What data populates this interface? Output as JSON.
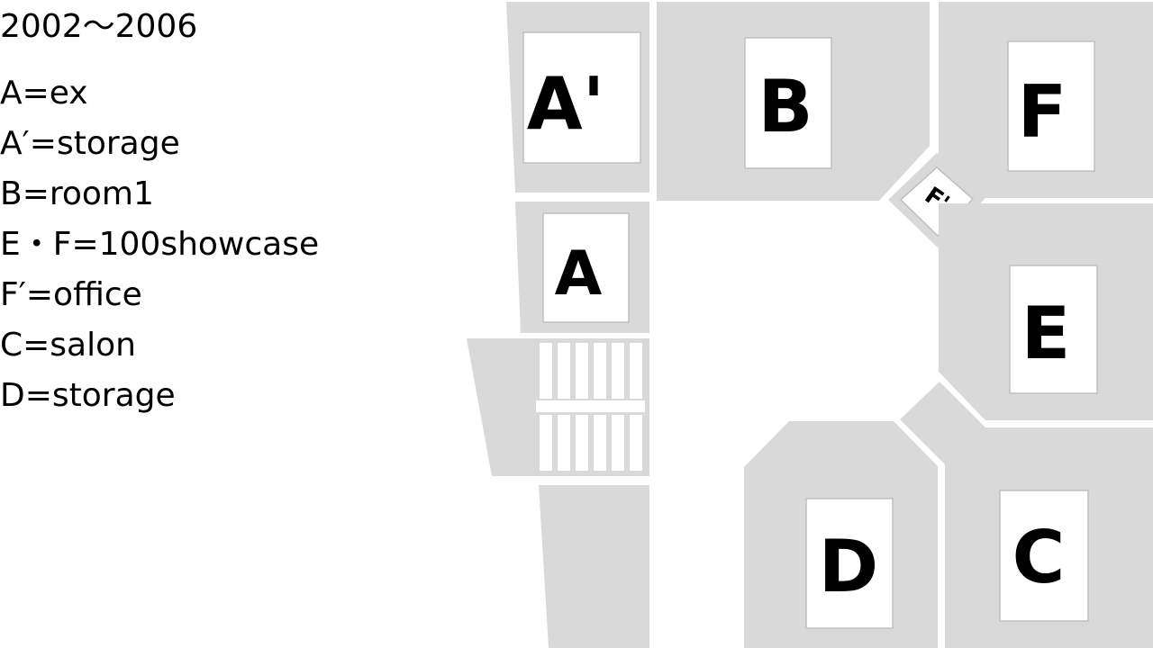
{
  "legend": {
    "period": "2002～2006",
    "items": [
      {
        "text": "A=ex"
      },
      {
        "text": "A′=storage"
      },
      {
        "text": "B=room1"
      },
      {
        "text": "E・F=100showcase"
      },
      {
        "text": "F′=office"
      },
      {
        "text": "C=salon"
      },
      {
        "text": "D=storage"
      }
    ]
  },
  "rooms": {
    "a_prime": "A'",
    "a": "A",
    "b": "B",
    "f": "F",
    "f_prime": "F'",
    "e": "E",
    "d": "D",
    "c": "C"
  },
  "colors": {
    "zone": "#d9d9d9",
    "label_box": "#ffffff",
    "text": "#000000"
  }
}
